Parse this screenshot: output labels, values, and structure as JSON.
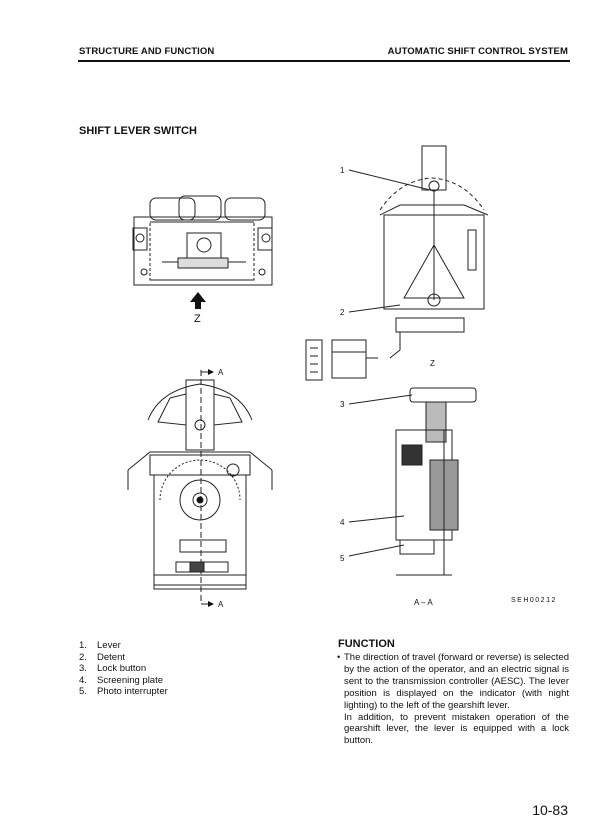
{
  "header": {
    "left": "STRUCTURE AND FUNCTION",
    "right": "AUTOMATIC SHIFT CONTROL SYSTEM"
  },
  "section_title": "SHIFT LEVER SWITCH",
  "figure": {
    "view_z_label": "Z",
    "view_z_label_small": "Z",
    "section_mark": "A",
    "section_label": "A – A",
    "code": "SEH00212",
    "callouts": [
      "1",
      "2",
      "3",
      "4",
      "5"
    ]
  },
  "parts": [
    {
      "num": "1.",
      "name": "Lever"
    },
    {
      "num": "2.",
      "name": "Detent"
    },
    {
      "num": "3.",
      "name": "Lock button"
    },
    {
      "num": "4.",
      "name": "Screening plate"
    },
    {
      "num": "5.",
      "name": "Photo interrupter"
    }
  ],
  "function": {
    "title": "FUNCTION",
    "bullet": "•",
    "paragraph1": "The direction of travel (forward or reverse) is selected by the action of the operator, and an electric signal is sent to the transmission controller (AESC). The lever position is displayed on the indicator (with night lighting) to the left of the gearshift lever.",
    "paragraph2": "In addition, to prevent mistaken operation of the gearshift lever, the lever is equipped with a lock button."
  },
  "page_number": "10-83"
}
